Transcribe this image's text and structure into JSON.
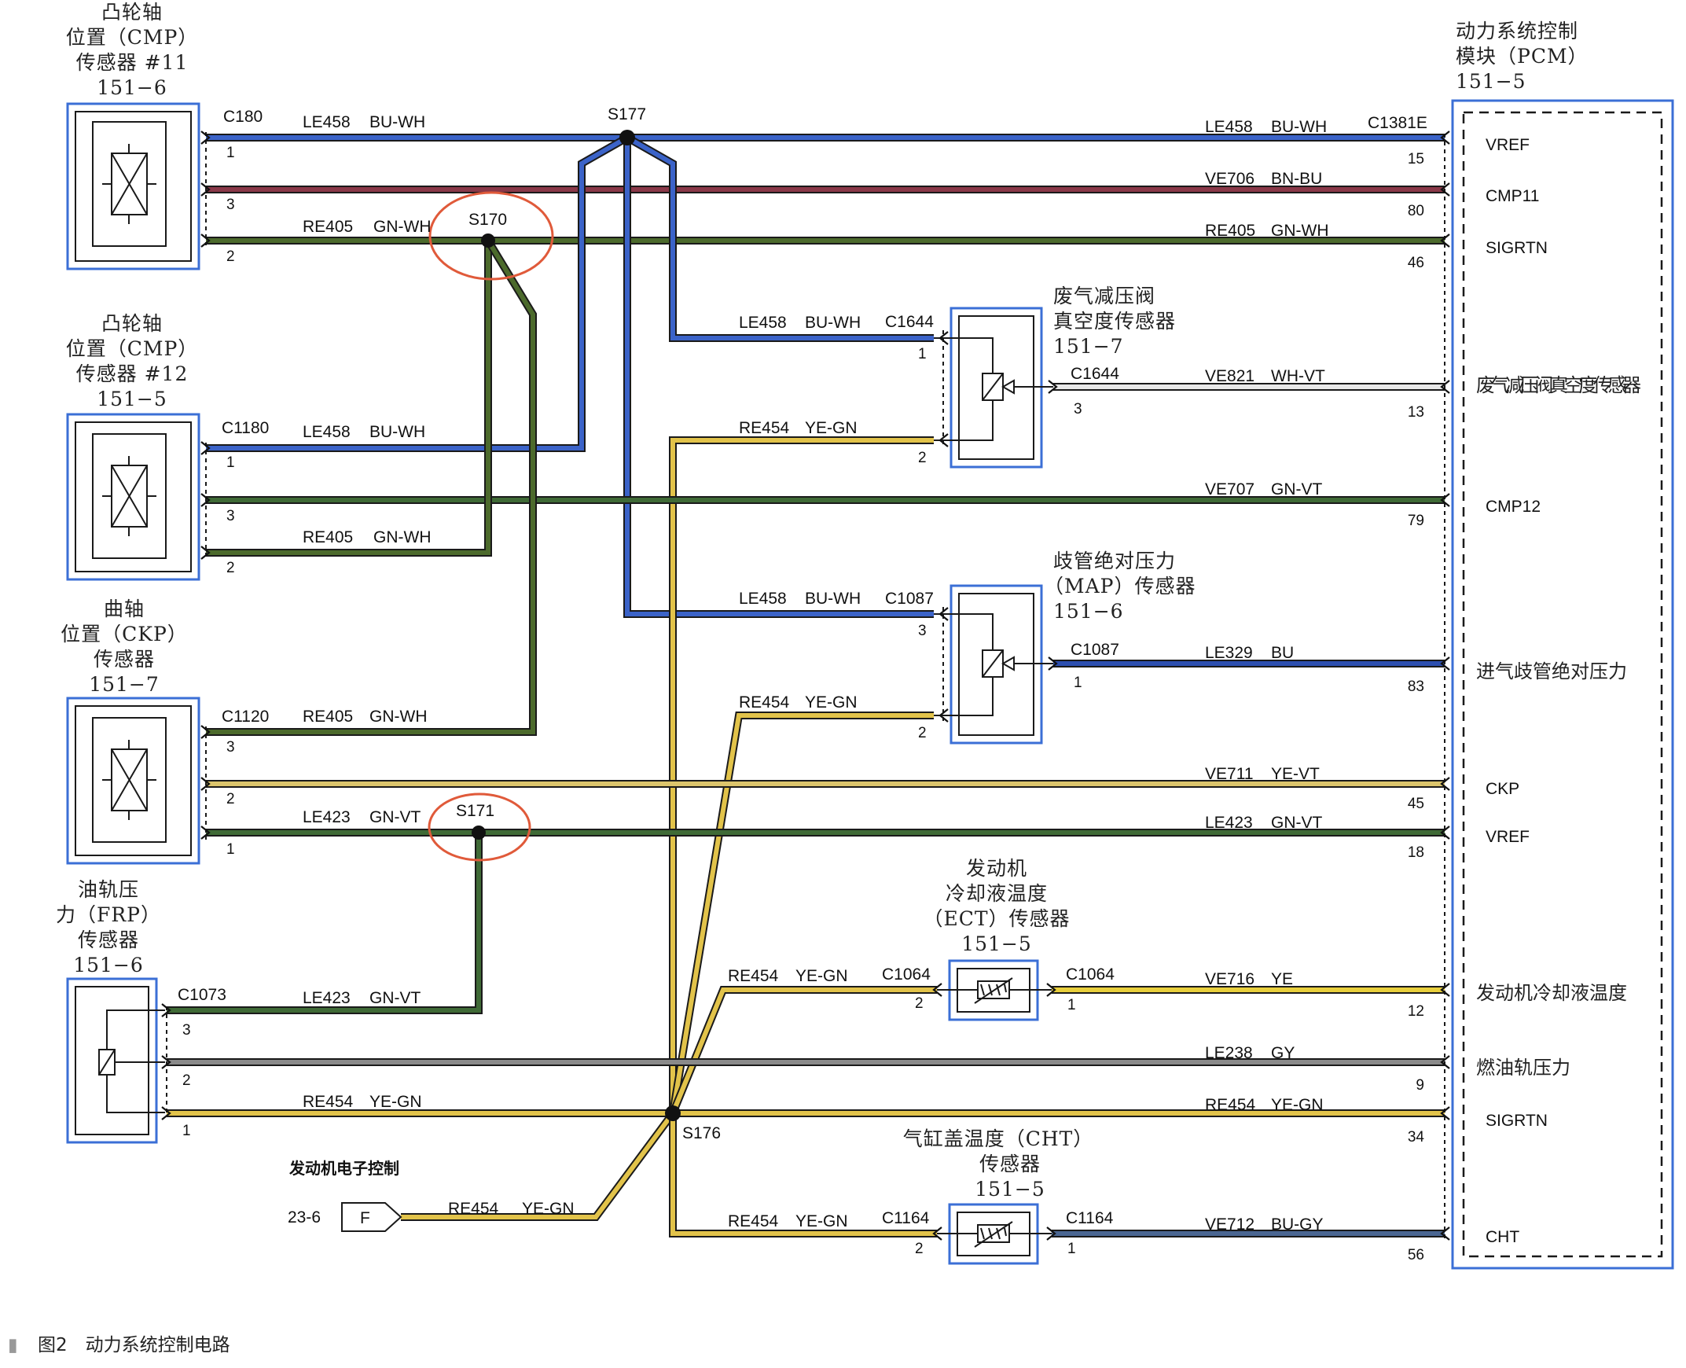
{
  "colors": {
    "BU-WH": "#3b63c8",
    "BN-BU": "#8a3848",
    "GN-WH": "#4c6a2c",
    "GN-VT": "#3f6a36",
    "YE-GN": "#e2c34a",
    "YE-VT": "#dcc56c",
    "WH-VT": "#e8e8e8",
    "BU": "#2d4fb0",
    "YE": "#e8cf3c",
    "GY": "#8a8a8a",
    "BU-GY": "#4a6692",
    "outline": "#1a1a1a",
    "component_border": "#3b6fd6",
    "highlight_circle": "#e05a3a"
  },
  "components": {
    "cmp11": {
      "lines": [
        "凸轮轴",
        "位置（CMP）",
        "传感器 #11",
        "151−6"
      ]
    },
    "cmp12": {
      "lines": [
        "凸轮轴",
        "位置（CMP）",
        "传感器 #12",
        "151−5"
      ]
    },
    "ckp": {
      "lines": [
        "曲轴",
        "位置（CKP）",
        "传感器",
        "151−7"
      ]
    },
    "frp": {
      "lines": [
        "油轨压",
        "力（FRP）",
        "传感器",
        "151−6"
      ]
    },
    "pcm": {
      "lines": [
        "动力系统控制",
        "模块（PCM）",
        "151−5"
      ]
    },
    "wastegate": {
      "lines": [
        "废气减压阀",
        "真空度传感器",
        "151−7"
      ]
    },
    "map": {
      "lines": [
        "歧管绝对压力",
        "（MAP）传感器",
        "151−6"
      ]
    },
    "ect": {
      "lines": [
        "发动机",
        "冷却液温度",
        "（ECT）传感器",
        "151−5"
      ]
    },
    "cht": {
      "lines": [
        "气缸盖温度（CHT）",
        "传感器",
        "151−5"
      ]
    },
    "eec": {
      "title": "发动机电子控制",
      "ref": "23-6",
      "terminal": "F"
    }
  },
  "pcm_pins": [
    {
      "label": "VREF",
      "num": "15"
    },
    {
      "label": "CMP11",
      "num": "80"
    },
    {
      "label": "SIGRTN",
      "num": "46"
    },
    {
      "label": "废气减压阀真空度传感器",
      "num": "13"
    },
    {
      "label": "CMP12",
      "num": "79"
    },
    {
      "label": "进气歧管绝对压力",
      "num": "83"
    },
    {
      "label": "CKP",
      "num": "45"
    },
    {
      "label": "VREF",
      "num": "18"
    },
    {
      "label": "发动机冷却液温度",
      "num": "12"
    },
    {
      "label": "燃油轨压力",
      "num": "9"
    },
    {
      "label": "SIGRTN",
      "num": "34"
    },
    {
      "label": "CHT",
      "num": "56"
    }
  ],
  "splices": {
    "s177": "S177",
    "s170": "S170",
    "s171": "S171",
    "s176": "S176"
  },
  "connectors": {
    "c180": "C180",
    "c1180": "C1180",
    "c1120": "C1120",
    "c1073": "C1073",
    "c1381e": "C1381E",
    "c1644a": "C1644",
    "c1644b": "C1644",
    "c1087a": "C1087",
    "c1087b": "C1087",
    "c1064a": "C1064",
    "c1064b": "C1064",
    "c1164a": "C1164",
    "c1164b": "C1164"
  },
  "wire_labels": {
    "w1": {
      "circuit": "LE458",
      "color": "BU-WH"
    },
    "w2": {
      "circuit": "RE405",
      "color": "GN-WH"
    },
    "w3": {
      "circuit": "LE458",
      "color": "BU-WH"
    },
    "w4": {
      "circuit": "RE405",
      "color": "GN-WH"
    },
    "w5": {
      "circuit": "RE405",
      "color": "GN-WH"
    },
    "w6": {
      "circuit": "LE423",
      "color": "GN-VT"
    },
    "w7": {
      "circuit": "LE423",
      "color": "GN-VT"
    },
    "w8": {
      "circuit": "RE454",
      "color": "YE-GN"
    },
    "w9": {
      "circuit": "LE458",
      "color": "BU-WH"
    },
    "w10": {
      "circuit": "VE706",
      "color": "BN-BU"
    },
    "w11": {
      "circuit": "RE405",
      "color": "GN-WH"
    },
    "w12": {
      "circuit": "LE458",
      "color": "BU-WH"
    },
    "w13": {
      "circuit": "RE454",
      "color": "YE-GN"
    },
    "w14": {
      "circuit": "VE821",
      "color": "WH-VT"
    },
    "w15": {
      "circuit": "VE707",
      "color": "GN-VT"
    },
    "w16": {
      "circuit": "LE458",
      "color": "BU-WH"
    },
    "w17": {
      "circuit": "RE454",
      "color": "YE-GN"
    },
    "w18": {
      "circuit": "LE329",
      "color": "BU"
    },
    "w19": {
      "circuit": "VE711",
      "color": "YE-VT"
    },
    "w20": {
      "circuit": "LE423",
      "color": "GN-VT"
    },
    "w21": {
      "circuit": "RE454",
      "color": "YE-GN"
    },
    "w22": {
      "circuit": "VE716",
      "color": "YE"
    },
    "w23": {
      "circuit": "LE238",
      "color": "GY"
    },
    "w24": {
      "circuit": "RE454",
      "color": "YE-GN"
    },
    "w25": {
      "circuit": "RE454",
      "color": "YE-GN"
    },
    "w26": {
      "circuit": "RE454",
      "color": "YE-GN"
    },
    "w27": {
      "circuit": "VE712",
      "color": "BU-GY"
    }
  },
  "caption": {
    "mark": "▮",
    "text": "图2　动力系统控制电路"
  }
}
